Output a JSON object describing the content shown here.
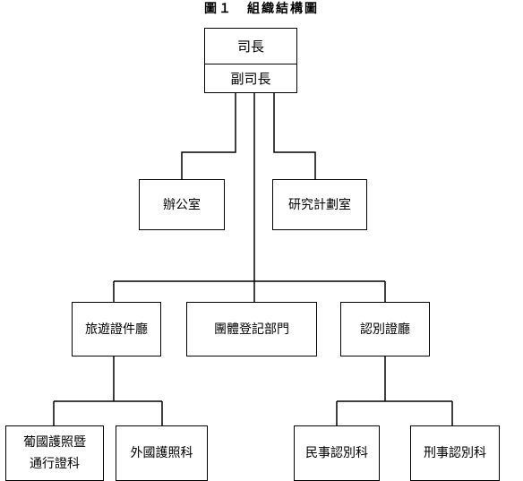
{
  "title": "圖１　組織結構圖",
  "top": {
    "director": "司長",
    "deputy": "副司長"
  },
  "level2": {
    "office": "辦公室",
    "research": "研究計劃室"
  },
  "level3": {
    "travel": "旅遊證件廳",
    "groups": "團體登記部門",
    "identification": "認別證廳"
  },
  "level4": {
    "portuguese_line1": "葡國護照暨",
    "portuguese_line2": "通行證科",
    "foreign": "外國護照科",
    "civil": "民事認別科",
    "criminal": "刑事認別科"
  }
}
